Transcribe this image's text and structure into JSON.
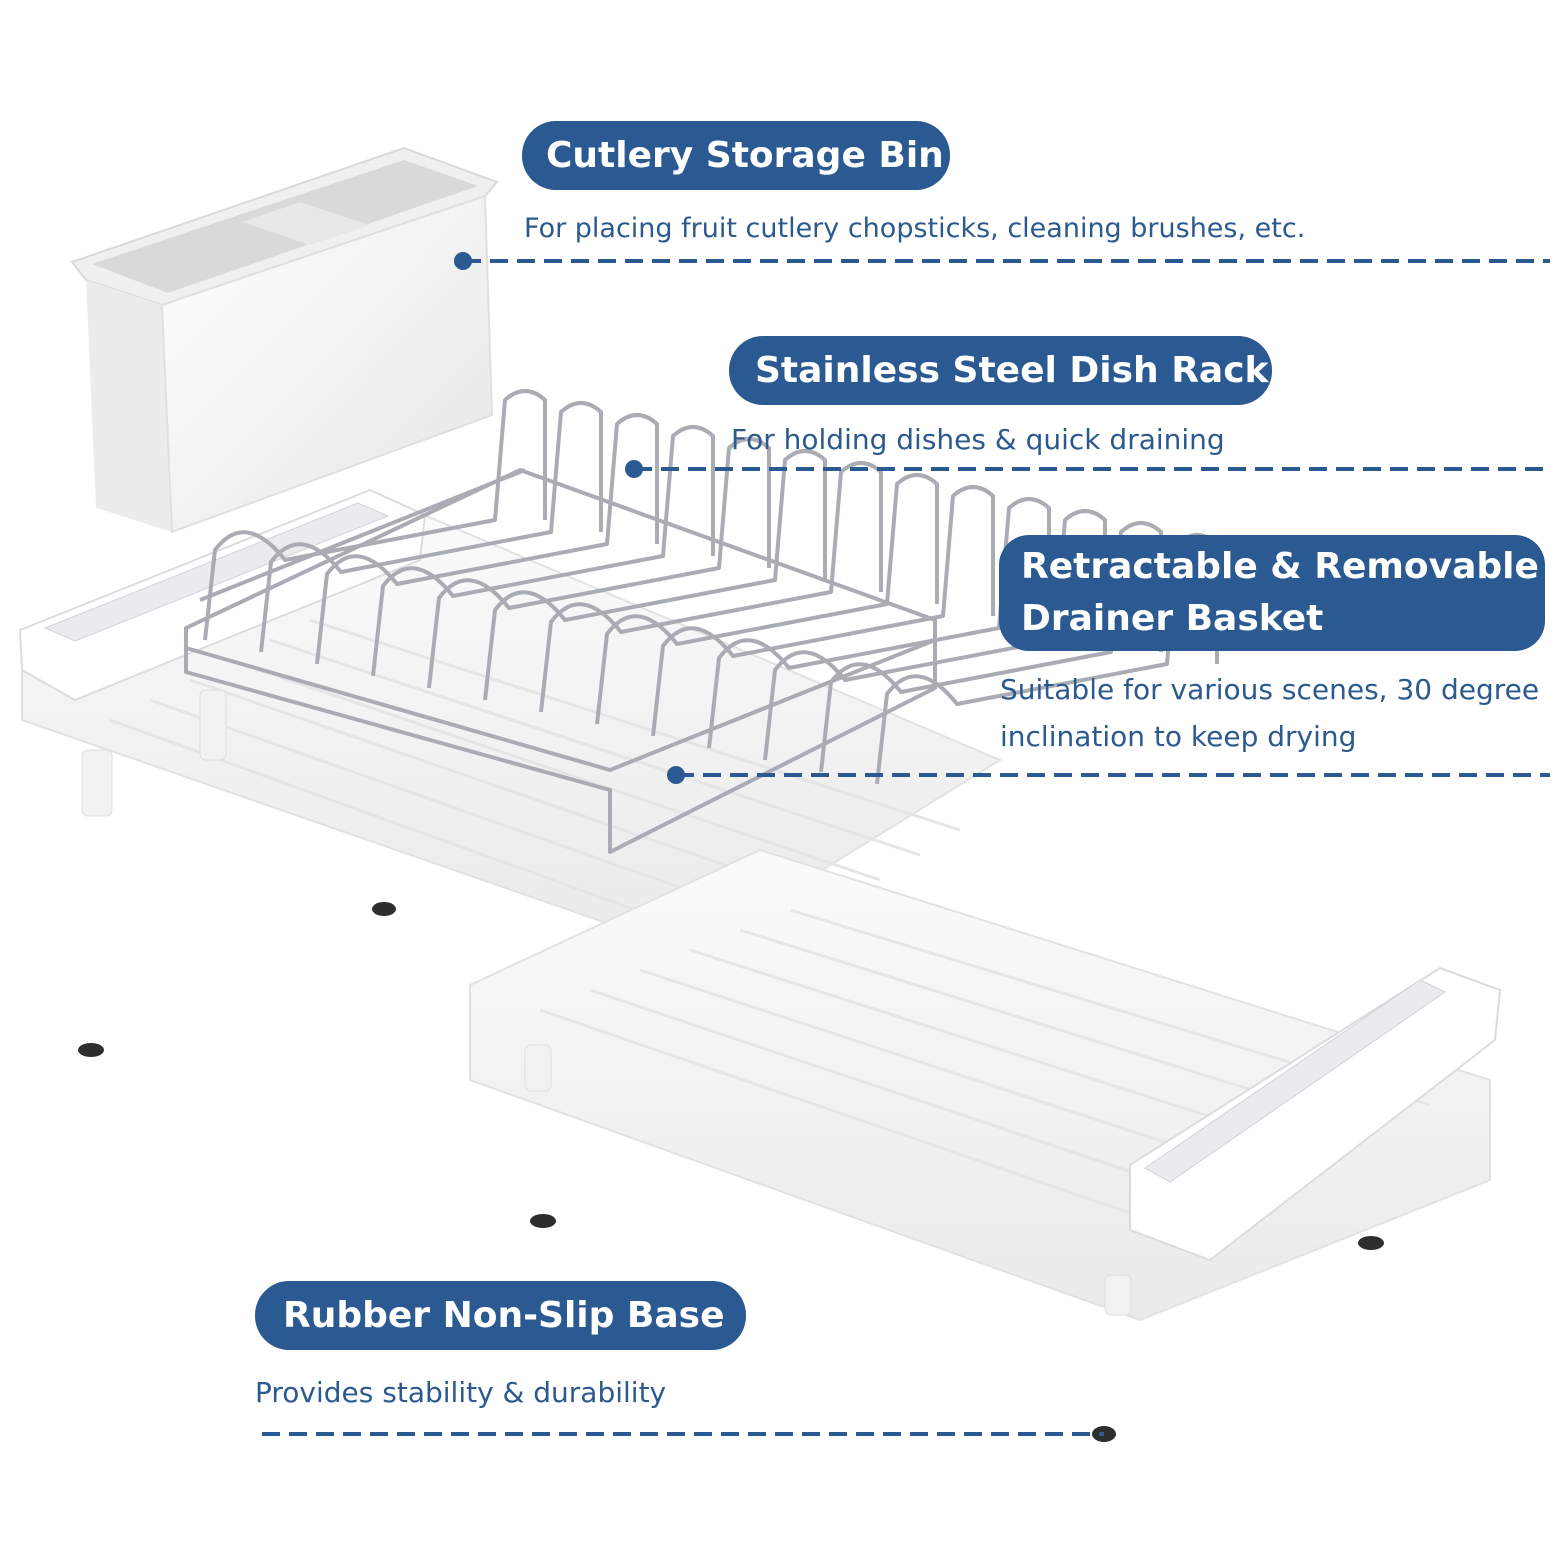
{
  "colors": {
    "badge_fill": "#2b5a92",
    "badge_text": "#ffffff",
    "description_text": "#2d5a8e",
    "leader_line": "#2b5a92",
    "rubber_foot": "#2e2e2e",
    "product_white": "#f4f4f4",
    "steel": "#a9adb3"
  },
  "callouts": [
    {
      "title": "Cutlery Storage Bin",
      "description": "For placing fruit cutlery chopsticks, cleaning brushes, etc."
    },
    {
      "title": "Stainless Steel Dish Rack",
      "description": "For holding dishes & quick draining"
    },
    {
      "title_lines": [
        "Retractable & Removable",
        "Drainer Basket"
      ],
      "description_lines": [
        "Suitable for various scenes, 30 degree",
        "inclination to keep drying"
      ]
    },
    {
      "title": "Rubber Non-Slip Base",
      "description": "Provides stability & durability"
    }
  ]
}
